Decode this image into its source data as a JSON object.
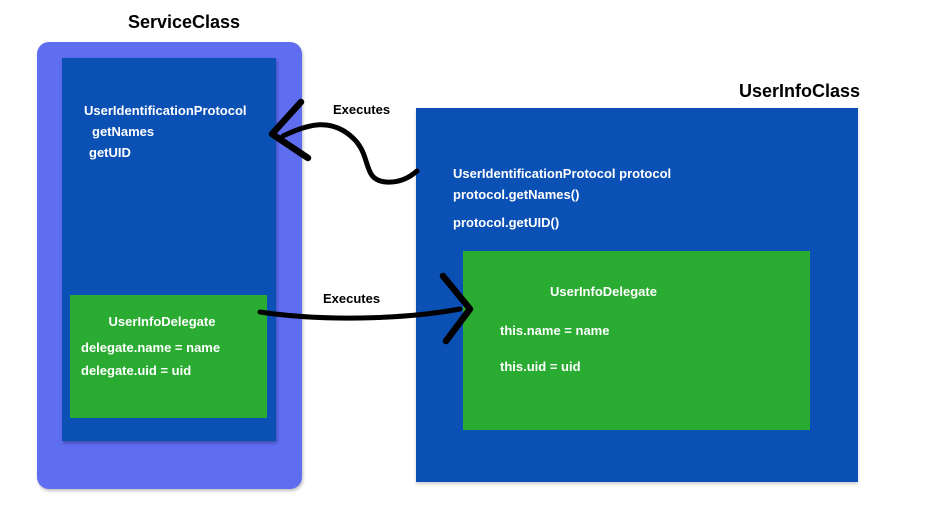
{
  "service_class": {
    "title": "ServiceClass",
    "protocol": {
      "name": "UserIdentificationProtocol",
      "methods": [
        "getNames",
        "getUID"
      ]
    },
    "delegate": {
      "title": "UserInfoDelegate",
      "statements": [
        "delegate.name = name",
        "delegate.uid = uid"
      ]
    }
  },
  "user_info_class": {
    "title": "UserInfoClass",
    "statements": [
      "UserIdentificationProtocol protocol",
      "protocol.getNames()",
      "protocol.getUID()"
    ],
    "delegate": {
      "title": "UserInfoDelegate",
      "statements": [
        "this.name = name",
        "this.uid = uid"
      ]
    }
  },
  "arrows": {
    "top": {
      "label": "Executes",
      "from": "UserInfoClass",
      "to": "ServiceClass UserIdentificationProtocol"
    },
    "bottom": {
      "label": "Executes",
      "from": "ServiceClass UserInfoDelegate",
      "to": "UserInfoClass UserInfoDelegate"
    }
  },
  "colors": {
    "outer_purple": "#5F6DF1",
    "dark_blue": "#0B50B5",
    "green": "#2AAB31",
    "title_text": "#000000",
    "box_text": "#FFFFFF",
    "arrow": "#000000",
    "background": "#FFFFFF"
  }
}
